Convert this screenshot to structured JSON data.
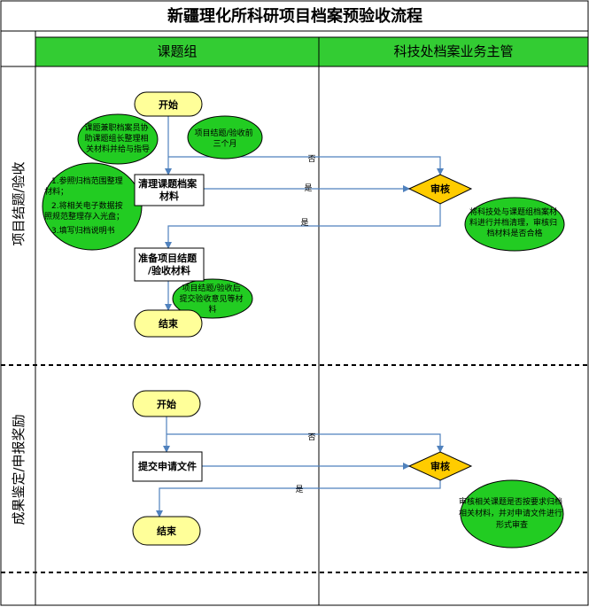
{
  "title": "新疆理化所科研项目档案预验收流程",
  "columns": [
    "课题组",
    "科技处档案业务主管"
  ],
  "lanes": [
    "项目结题/验收",
    "成果鉴定/申报奖励"
  ],
  "colors": {
    "header_green": "#33cc33",
    "ellipse_green": "#22cc22",
    "terminal_yellow": "#ffff99",
    "diamond_yellow": "#ffcc00",
    "line_blue": "#4f81bd"
  },
  "lane1": {
    "start": "开始",
    "note_assist": [
      "课题兼职档案员协",
      "助课题组长整理相",
      "关材料并给与指导"
    ],
    "note_time": [
      "项目结题/验收前",
      "三个月"
    ],
    "note_steps": [
      "1.参照归档范围整理",
      "材料；",
      "2.将相关电子数据按",
      "照规范整理存入光盘；",
      "3.填写归档说明书"
    ],
    "process1": [
      "清理课题档案",
      "材料"
    ],
    "review": "审核",
    "note_review": [
      "将科技处与课题组档案材",
      "料进行并档清理，审核归",
      "档材料是否合格"
    ],
    "process2": [
      "准备项目结题",
      "/验收材料"
    ],
    "note_submit": [
      "项目结题/验收后",
      "提交验收意见等材",
      "料"
    ],
    "end": "结束",
    "no": "否",
    "yes1": "是",
    "yes2": "是"
  },
  "lane2": {
    "start": "开始",
    "process": "提交申请文件",
    "review": "审核",
    "note_review": [
      "审核相关课题是否按要求归档",
      "相关材料，并对申请文件进行",
      "形式审查"
    ],
    "end": "结束",
    "no": "否",
    "yes": "是"
  }
}
